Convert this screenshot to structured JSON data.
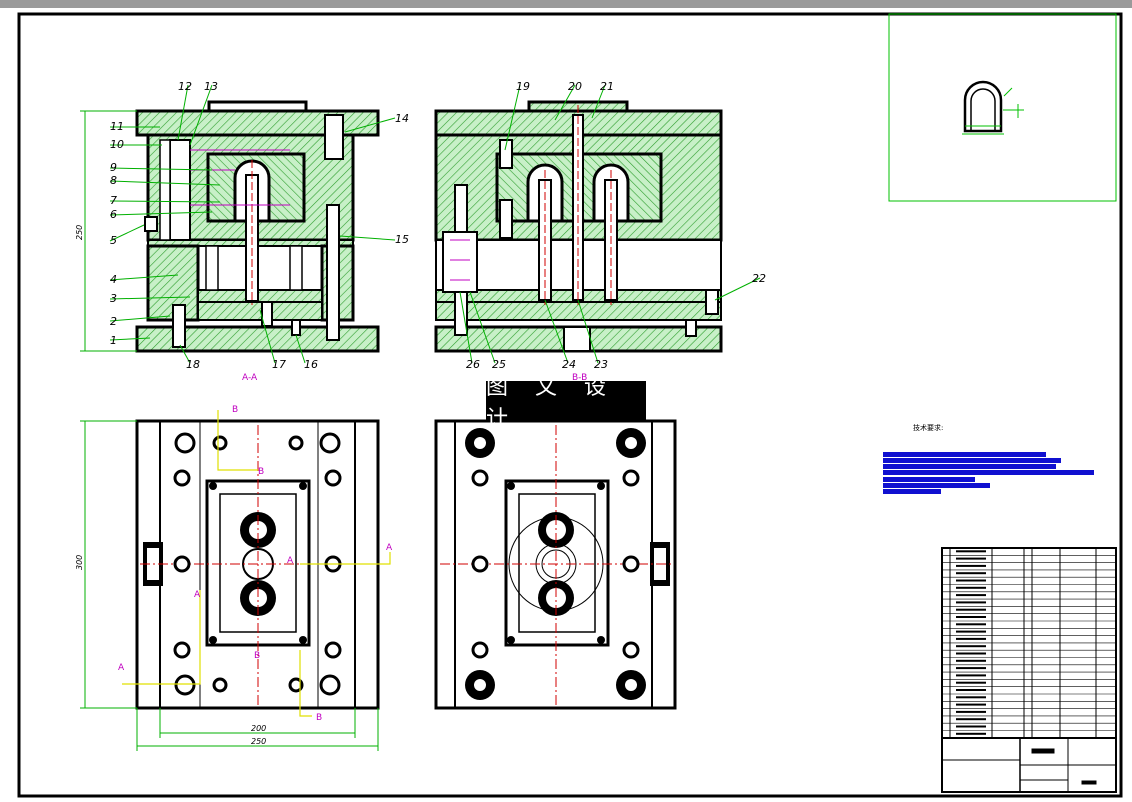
{
  "drawing": {
    "watermark": "图 文 设 计",
    "section_labels": {
      "aa": "A-A",
      "bb": "B-B"
    },
    "part_numbers_left": [
      "1",
      "2",
      "3",
      "4",
      "5",
      "6",
      "7",
      "8",
      "9",
      "10",
      "11"
    ],
    "part_numbers_top_left": [
      "12",
      "13"
    ],
    "part_numbers_right_left_view": [
      "14",
      "15"
    ],
    "part_numbers_bottom_left": [
      "18",
      "17",
      "16"
    ],
    "part_numbers_top_right": [
      "19",
      "20",
      "21"
    ],
    "part_number_22": "22",
    "part_numbers_bottom_right": [
      "26",
      "25",
      "24",
      "23"
    ],
    "dimensions": {
      "height_top": "250",
      "height_bottom": "300",
      "width_200": "200",
      "width_250": "250"
    },
    "section_markers": {
      "a": "A",
      "b": "B"
    },
    "technical_requirements_title": "技术要求:",
    "colors": {
      "hatch": "#2e9e2e",
      "section_marker": "#c000c0",
      "tech_text": "#1010d0",
      "centerline": "#d00000",
      "leader": "#00b000",
      "frame": "#000000"
    }
  }
}
